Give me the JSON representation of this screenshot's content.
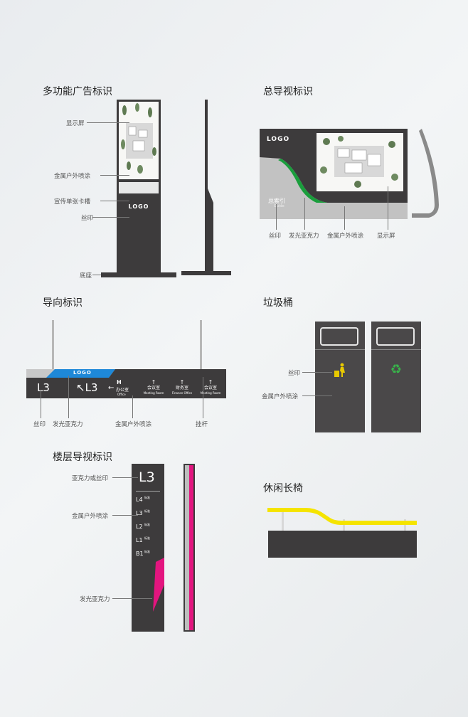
{
  "sections": {
    "ad_sign": {
      "title": "多功能广告标识",
      "labels": [
        "显示屏",
        "金属户外喷涂",
        "宣传单张卡槽",
        "丝印",
        "底座"
      ],
      "logo": "LOGO"
    },
    "guide_sign": {
      "title": "总导视标识",
      "logo": "LOGO",
      "index_cn": "总索引",
      "index_en": "Guide",
      "labels": [
        "丝印",
        "发光亚克力",
        "金属户外喷涂",
        "显示屏"
      ]
    },
    "direction_sign": {
      "title": "导向标识",
      "logo": "LOGO",
      "floor": "L3",
      "floor_arrow": "↖L3",
      "items": [
        {
          "arrow": "←",
          "icon": "H",
          "cn": "办公室",
          "en": "Office"
        },
        {
          "arrow": "↑",
          "icon": "",
          "cn": "会议室",
          "en": "Meeting Room"
        },
        {
          "arrow": "↑",
          "icon": "",
          "cn": "财务室",
          "en": "Finance Office"
        },
        {
          "arrow": "↑",
          "icon": "",
          "cn": "会议室",
          "en": "Meeting Room"
        }
      ],
      "labels": [
        "丝印",
        "发光亚克力",
        "金属户外喷涂",
        "挂杆"
      ]
    },
    "trash_bin": {
      "title": "垃圾桶",
      "labels": [
        "丝印",
        "金属户外喷涂"
      ]
    },
    "floor_guide": {
      "title": "楼层导视标识",
      "floor": "L3",
      "floors": [
        {
          "name": "L4",
          "text": "标准"
        },
        {
          "name": "L3",
          "text": "标准"
        },
        {
          "name": "L2",
          "text": "标准"
        },
        {
          "name": "L1",
          "text": "标准"
        },
        {
          "name": "B1",
          "text": "标准"
        }
      ],
      "labels": [
        "亚克力或丝印",
        "金属户外喷涂",
        "发光亚克力"
      ]
    },
    "bench": {
      "title": "休闲长椅"
    }
  },
  "colors": {
    "panel": "#3d3b3c",
    "blue": "#1e88d8",
    "green": "#1a9e3c",
    "magenta": "#e3157f",
    "yellow": "#f5e400",
    "trash_yellow": "#e8c900",
    "recycle_green": "#38b34a"
  }
}
